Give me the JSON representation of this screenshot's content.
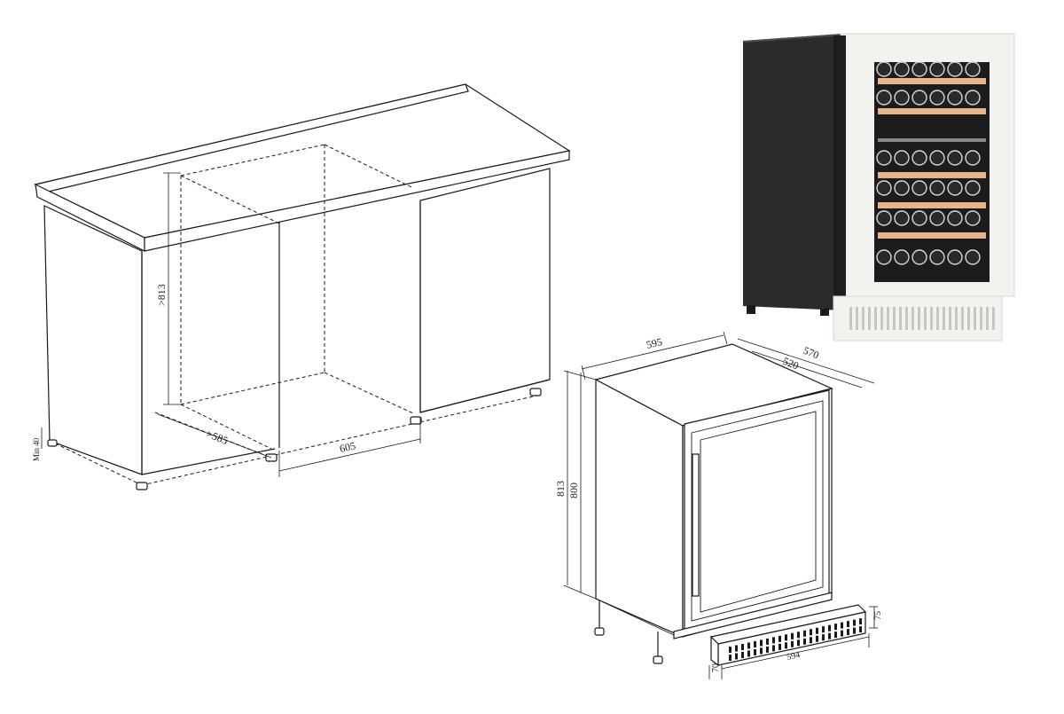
{
  "cabinet_dimensions": {
    "opening_height": ">813",
    "opening_depth": ">585",
    "opening_width": "605",
    "plinth_clearance": "Min 40"
  },
  "appliance_dimensions": {
    "width": "595",
    "depth_overall": "570",
    "depth_body": "520",
    "height_overall": "813",
    "height_body": "800",
    "grille_height": "75",
    "grille_depth": "70",
    "grille_width": "594"
  },
  "colors": {
    "line": "#1a1a1a",
    "cabinet_body": "#2b2b2e",
    "door_frame": "#f4f2ee",
    "glass": "#1c1c1f",
    "shelf_wood": "#e7b48a",
    "bottle": "#2a2a2c",
    "bottle_highlight": "#d8d8d8"
  }
}
